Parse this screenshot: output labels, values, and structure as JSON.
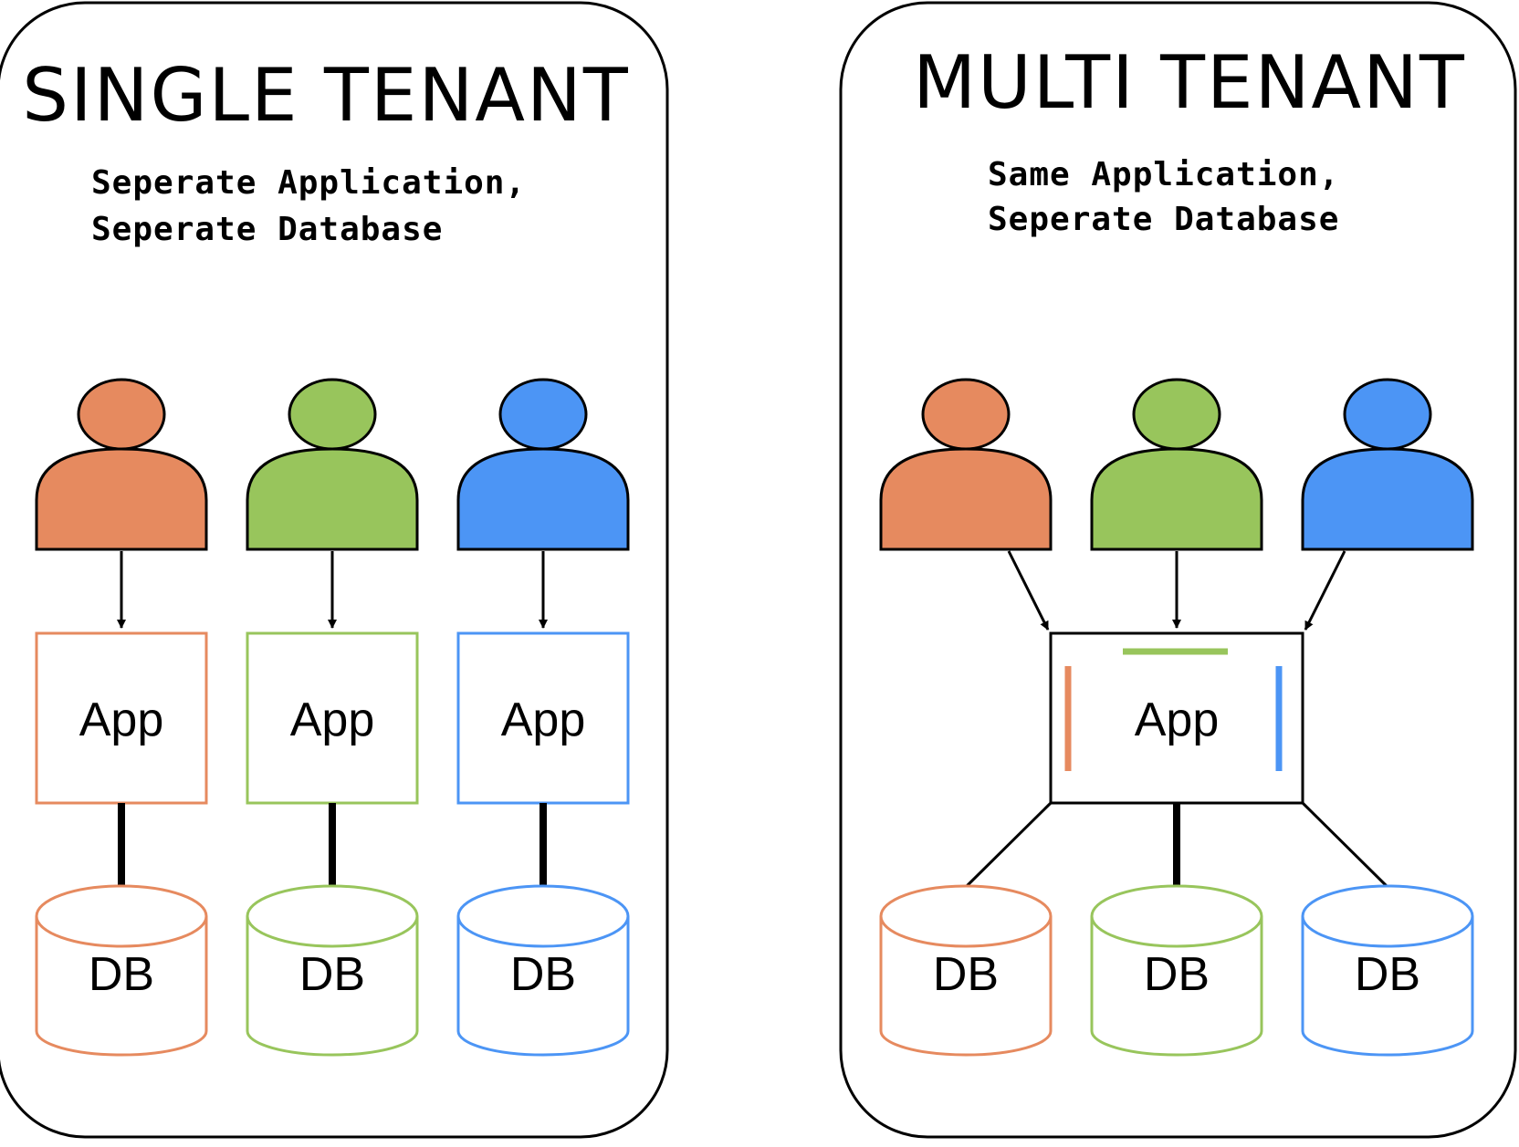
{
  "colors": {
    "orange": "#E68A5F",
    "green": "#98C55C",
    "blue": "#4C95F5",
    "outline": "#000000",
    "background": "#FFFFFF"
  },
  "panels": [
    {
      "title": "SINGLE TENANT",
      "subtitle_lines": [
        "Seperate Application,",
        "Seperate Database"
      ],
      "users": [
        {
          "color": "orange",
          "icon": "user-icon"
        },
        {
          "color": "green",
          "icon": "user-icon"
        },
        {
          "color": "blue",
          "icon": "user-icon"
        }
      ],
      "apps": [
        "App",
        "App",
        "App"
      ],
      "databases": [
        "DB",
        "DB",
        "DB"
      ]
    },
    {
      "title": "MULTI TENANT",
      "subtitle_lines": [
        "Same Application,",
        "Seperate Database"
      ],
      "users": [
        {
          "color": "orange",
          "icon": "user-icon"
        },
        {
          "color": "green",
          "icon": "user-icon"
        },
        {
          "color": "blue",
          "icon": "user-icon"
        }
      ],
      "apps": [
        "App"
      ],
      "databases": [
        "DB",
        "DB",
        "DB"
      ]
    }
  ]
}
